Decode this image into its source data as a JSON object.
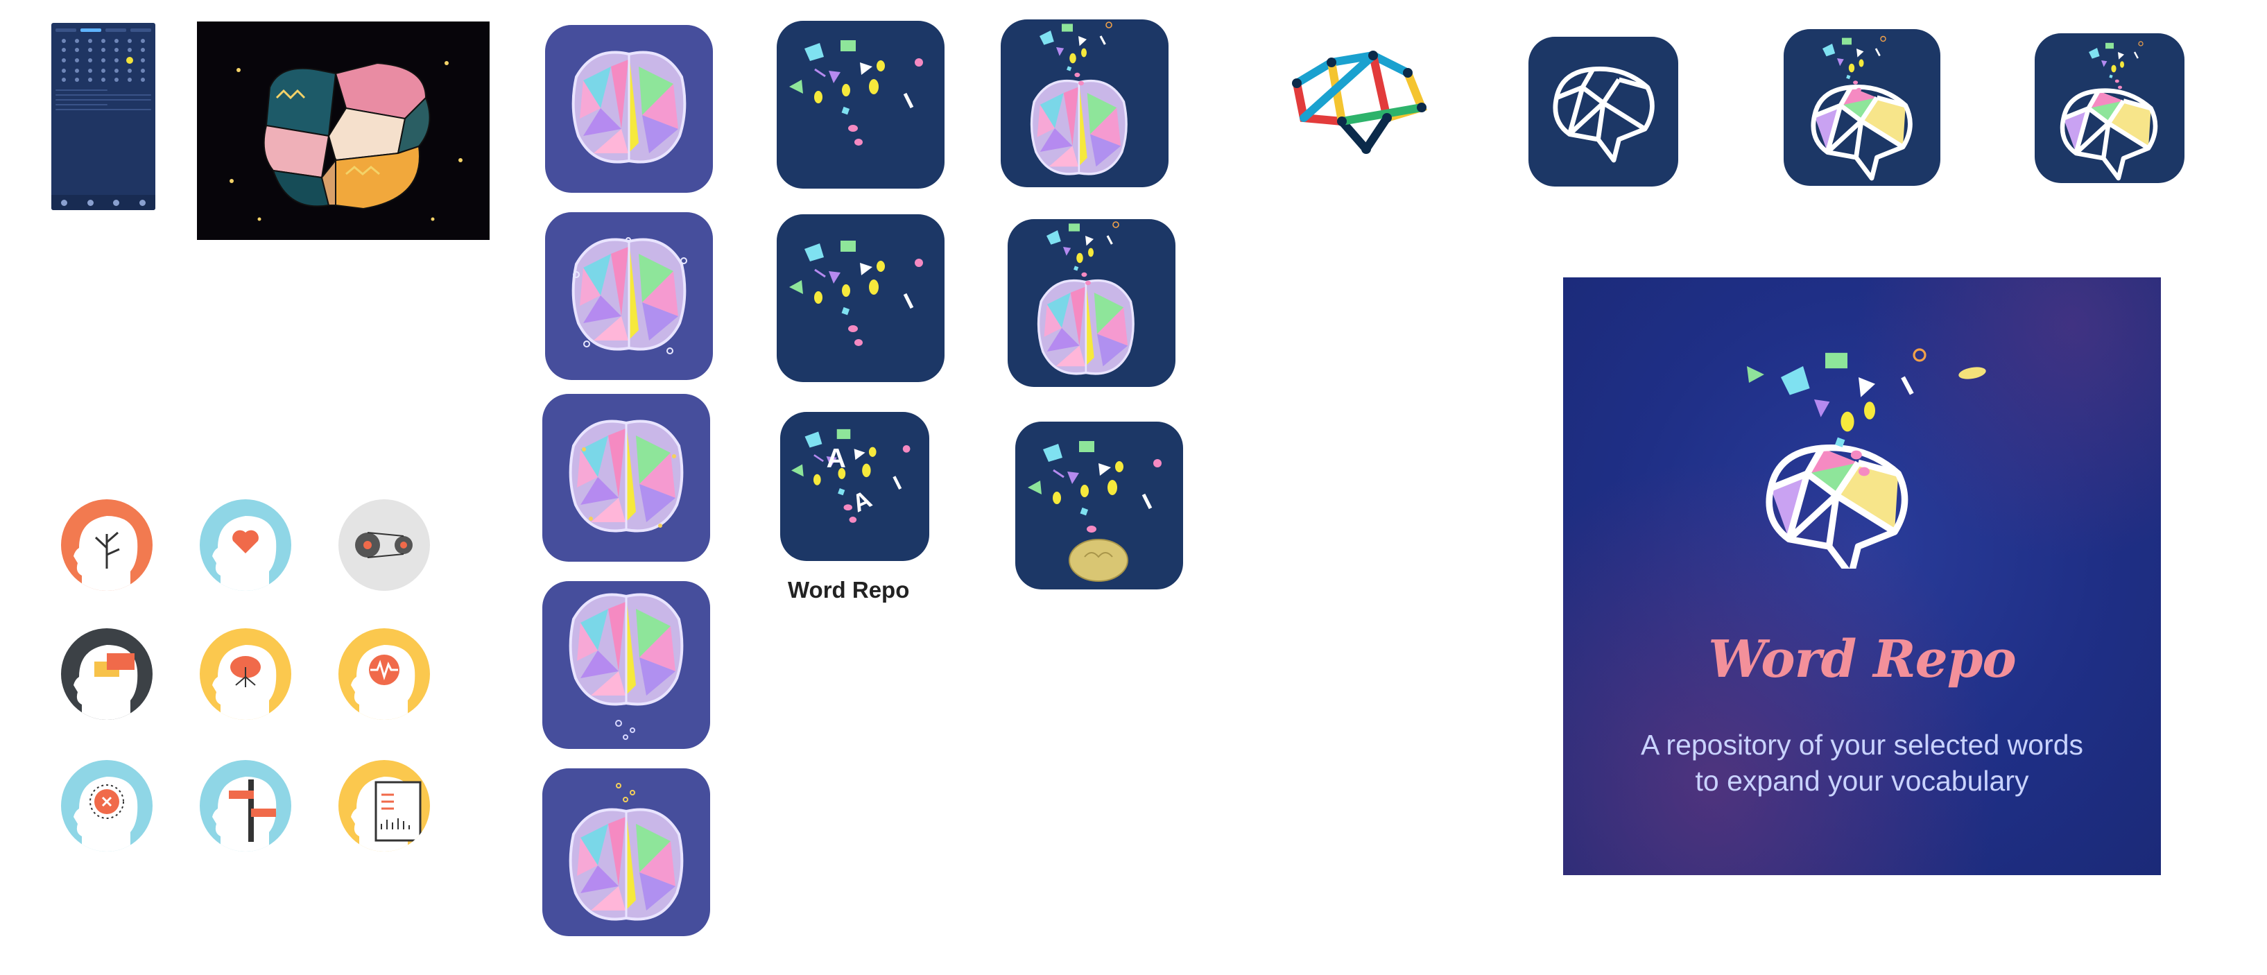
{
  "caption": {
    "label": "Word Repo"
  },
  "poster": {
    "title": "Word Repo",
    "tagline_line1": "A repository of your selected words",
    "tagline_line2": "to expand your vocabulary"
  },
  "icons": {
    "line_icons": [
      "tree-head-icon",
      "heart-head-icon",
      "gear-head-icon",
      "chat-head-icon",
      "brain-head-icon",
      "pulse-head-icon",
      "cross-head-icon",
      "signpost-head-icon",
      "chart-board-head-icon"
    ]
  },
  "colors": {
    "tile_purple": "#464e9c",
    "tile_navy": "#1c3766",
    "poster_bg": "#1f2f86",
    "title_pink": "#f3909a",
    "tagline": "#c9d3ff"
  }
}
